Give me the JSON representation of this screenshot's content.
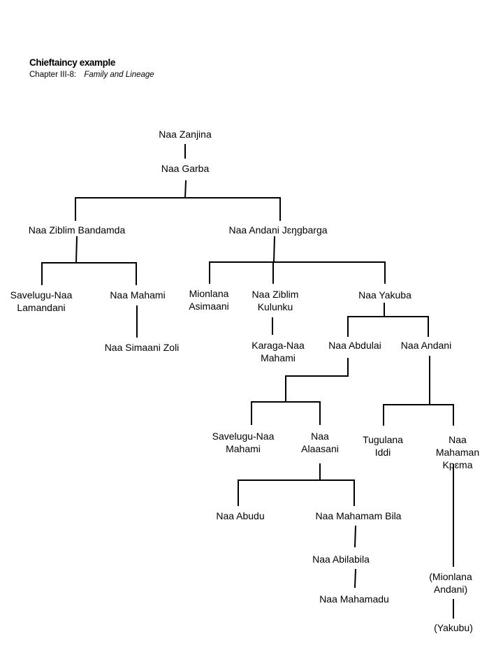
{
  "header": {
    "title": "Chieftaincy example",
    "chapter": "Chapter III-8:",
    "topic": "Family and Lineage"
  },
  "nodes": {
    "naa_zanjina": "Naa Zanjina",
    "naa_garba": "Naa Garba",
    "naa_ziblim_bandamda": "Naa Ziblim Bandamda",
    "naa_andani_jengbarga": "Naa Andani Jɛŋgbarga",
    "savelugu_naa_lamandani": "Savelugu-Naa\nLamandani",
    "naa_mahami": "Naa Mahami",
    "naa_simaani_zoli": "Naa Simaani Zoli",
    "mionlana_asimaani": "Mionlana\nAsimaani",
    "naa_ziblim_kulunku": "Naa Ziblim\nKulunku",
    "karaga_naa_mahami": "Karaga-Naa\nMahami",
    "naa_yakuba": "Naa Yakuba",
    "naa_abdulai": "Naa Abdulai",
    "naa_andani": "Naa Andani",
    "savelugu_naa_mahami": "Savelugu-Naa\nMahami",
    "naa_alaasani": "Naa\nAlaasani",
    "tugulana_iddi": "Tugulana\nIddi",
    "naa_mahaman_kpema": "Naa Mahaman\nKpɛma",
    "naa_abudu": "Naa Abudu",
    "naa_mahamam_bila": "Naa Mahamam Bila",
    "naa_abilabila": "Naa Abilabila",
    "naa_mahamadu": "Naa Mahamadu",
    "mionlana_andani": "(Mionlana\nAndani)",
    "yakubu": "(Yakubu)"
  },
  "edges": [
    [
      "naa_zanjina",
      "naa_garba"
    ],
    [
      "naa_garba",
      "naa_ziblim_bandamda"
    ],
    [
      "naa_garba",
      "naa_andani_jengbarga"
    ],
    [
      "naa_ziblim_bandamda",
      "savelugu_naa_lamandani"
    ],
    [
      "naa_ziblim_bandamda",
      "naa_mahami"
    ],
    [
      "naa_mahami",
      "naa_simaani_zoli"
    ],
    [
      "naa_andani_jengbarga",
      "mionlana_asimaani"
    ],
    [
      "naa_andani_jengbarga",
      "naa_ziblim_kulunku"
    ],
    [
      "naa_andani_jengbarga",
      "naa_yakuba"
    ],
    [
      "naa_ziblim_kulunku",
      "karaga_naa_mahami"
    ],
    [
      "naa_yakuba",
      "naa_abdulai"
    ],
    [
      "naa_yakuba",
      "naa_andani"
    ],
    [
      "naa_abdulai",
      "savelugu_naa_mahami"
    ],
    [
      "naa_abdulai",
      "naa_alaasani"
    ],
    [
      "naa_andani",
      "tugulana_iddi"
    ],
    [
      "naa_andani",
      "naa_mahaman_kpema"
    ],
    [
      "naa_alaasani",
      "naa_abudu"
    ],
    [
      "naa_alaasani",
      "naa_mahamam_bila"
    ],
    [
      "naa_mahamam_bila",
      "naa_abilabila"
    ],
    [
      "naa_abilabila",
      "naa_mahamadu"
    ],
    [
      "naa_mahaman_kpema",
      "mionlana_andani"
    ],
    [
      "mionlana_andani",
      "yakubu"
    ]
  ]
}
